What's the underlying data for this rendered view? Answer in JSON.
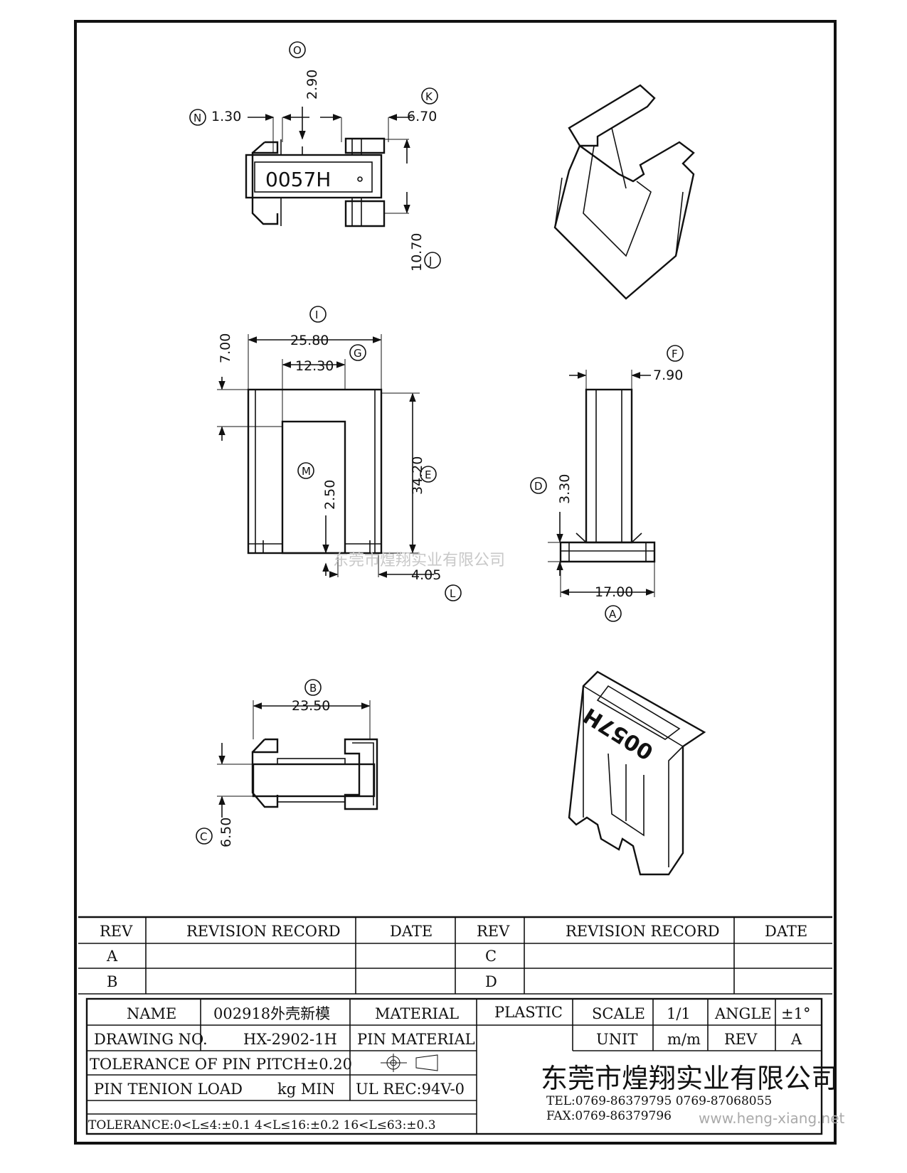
{
  "top_view": {
    "dims": {
      "o": "2.90",
      "n": "1.30",
      "k": "6.70",
      "j": "10.70"
    },
    "markings": {
      "o": "O",
      "n": "N",
      "k": "K",
      "j": "J"
    },
    "part_mark": "0057H"
  },
  "front_view": {
    "dims": {
      "i": "25.80",
      "g": "12.30",
      "h": "7.00",
      "e": "34.20",
      "m": "2.50",
      "l": "4.05"
    },
    "markings": {
      "i": "I",
      "g": "G",
      "e": "E",
      "m": "M",
      "l": "L"
    }
  },
  "side_view": {
    "dims": {
      "f": "7.90",
      "d": "3.30",
      "a": "17.00"
    },
    "markings": {
      "f": "F",
      "d": "D",
      "a": "A"
    }
  },
  "bottom_view": {
    "dims": {
      "b": "23.50",
      "c": "6.50"
    },
    "markings": {
      "b": "B",
      "c": "C"
    }
  },
  "iso_part_mark": "0057H",
  "revision_table": {
    "headers": [
      "REV",
      "REVISION RECORD",
      "DATE",
      "REV",
      "REVISION RECORD",
      "DATE"
    ],
    "rows": [
      [
        "A",
        "",
        "",
        "C",
        "",
        ""
      ],
      [
        "B",
        "",
        "",
        "D",
        "",
        ""
      ]
    ]
  },
  "title_block": {
    "name_label": "NAME",
    "name_value": "002918外壳新模",
    "material_label": "MATERIAL",
    "material_value": "PLASTIC",
    "scale_label": "SCALE",
    "scale_value": "1/1",
    "angle_label": "ANGLE",
    "angle_value": "±1°",
    "drawing_no_label": "DRAWING NO.",
    "drawing_no_value": "HX-2902-1H",
    "pin_material_label": "PIN MATERIAL",
    "unit_label": "UNIT",
    "unit_value": "m/m",
    "rev_label": "REV",
    "rev_value": "A",
    "tolerance_pitch": "TOLERANCE OF PIN PITCH±0.20",
    "pin_tension_label": "PIN TENION LOAD",
    "pin_tension_unit": "kg MIN",
    "ul_rec": "UL REC:94V-0",
    "tolerance": "TOLERANCE:0<L≤4:±0.1  4<L≤16:±0.2  16<L≤63:±0.3",
    "company": "东莞市煌翔实业有限公司",
    "tel": "TEL:0769-86379795    0769-87068055",
    "fax": "FAX:0769-86379796"
  },
  "watermarks": {
    "center": "东莞市煌翔实业有限公司",
    "url": "www.heng-xiang.net"
  }
}
